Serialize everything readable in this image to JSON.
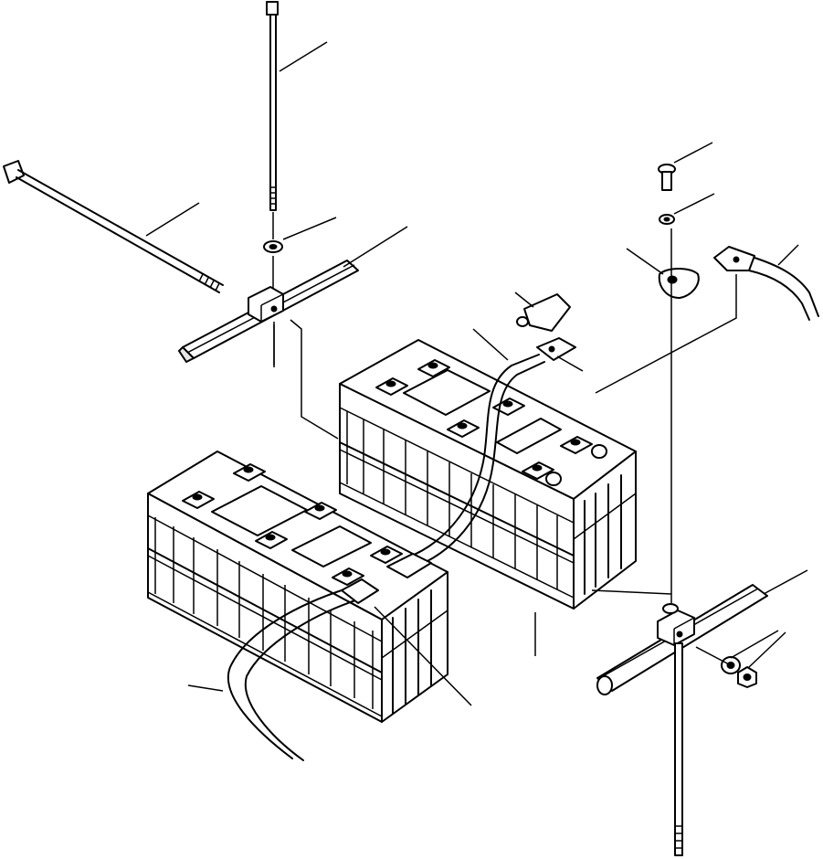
{
  "figure": {
    "description_parts": [
      "battery-left",
      "battery-right",
      "hold-down-bolt-vertical",
      "hold-down-bolt-diagonal",
      "clamp-bar-upper",
      "clamp-bar-lower",
      "hold-down-bolt-lower",
      "washer",
      "nut",
      "cable-positive",
      "cable-negative",
      "terminal-cover",
      "cable-clip",
      "bolt-small"
    ]
  },
  "colors": {
    "line": "#000000",
    "background": "#ffffff",
    "cell": "#d9d9d9"
  }
}
